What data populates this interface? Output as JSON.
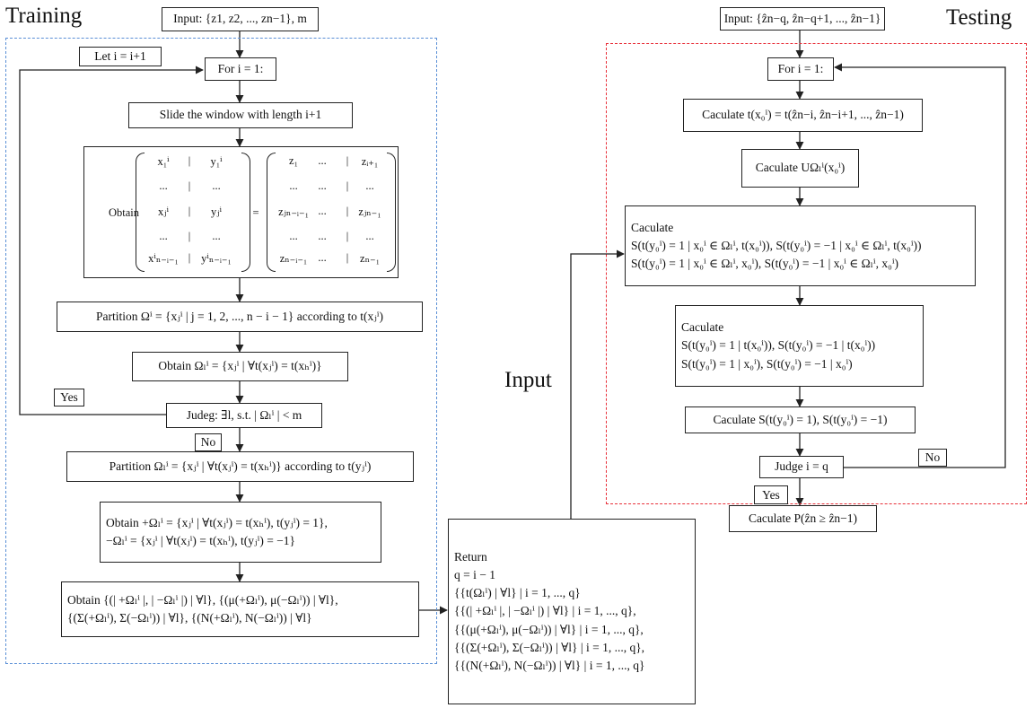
{
  "titles": {
    "training": "Training",
    "testing": "Testing",
    "input": "Input"
  },
  "training": {
    "input": "Input: {z1, z2, ..., zn−1}, m",
    "let_i": "Let i = i+1",
    "for_i": "For i = 1:",
    "slide": "Slide the window with length i+1",
    "obtain_label": "Obtain",
    "matrix_left": [
      [
        "x₁ⁱ",
        "|",
        "y₁ⁱ"
      ],
      [
        "...",
        "|",
        "..."
      ],
      [
        "xⱼⁱ",
        "|",
        "yⱼⁱ"
      ],
      [
        "...",
        "|",
        "..."
      ],
      [
        "xⁱₙ₋ᵢ₋₁",
        "|",
        "yⁱₙ₋ᵢ₋₁"
      ]
    ],
    "matrix_eq": "=",
    "matrix_right": [
      [
        "z₁",
        "...",
        "|",
        "zᵢ₊₁"
      ],
      [
        "...",
        "...",
        "|",
        "..."
      ],
      [
        "zⱼₙ₋ᵢ₋₁",
        "...",
        "|",
        "zⱼₙ₋₁"
      ],
      [
        "...",
        "...",
        "|",
        "..."
      ],
      [
        "zₙ₋ᵢ₋₁",
        "...",
        "|",
        "zₙ₋₁"
      ]
    ],
    "partition1": "Partition Ωⁱ = {xⱼⁱ | j = 1, 2, ..., n − i − 1} according to t(xⱼⁱ)",
    "obtain_omega": "Obtain Ωₗⁱ = {xⱼⁱ | ∀t(xⱼⁱ) = t(xₕⁱ)}",
    "yes": "Yes",
    "judge": "Judeg: ∃l, s.t. | Ωₗⁱ | < m",
    "no": "No",
    "partition2": "Partition Ωₗⁱ = {xⱼⁱ | ∀t(xⱼⁱ) = t(xₕⁱ)} according to t(yⱼⁱ)",
    "obtain_pm": [
      "Obtain +Ωₗⁱ = {xⱼⁱ | ∀t(xⱼⁱ) = t(xₕⁱ), t(yⱼⁱ) = 1},",
      "−Ωₗⁱ = {xⱼⁱ | ∀t(xⱼⁱ) = t(xₕⁱ), t(yⱼⁱ) = −1}"
    ],
    "obtain_stats": [
      "Obtain {(| +Ωₗⁱ |, | −Ωₗⁱ |) | ∀l}, {(μ(+Ωₗⁱ), μ(−Ωₗⁱ)) | ∀l},",
      "{(Σ(+Ωₗⁱ), Σ(−Ωₗⁱ)) | ∀l}, {(N(+Ωₗⁱ), N(−Ωₗⁱ)) | ∀l}"
    ]
  },
  "return_box": [
    "Return",
    "q = i − 1",
    "{{t(Ωₗⁱ) | ∀l} | i = 1, ..., q}",
    "{{(| +Ωₗⁱ |, | −Ωₗⁱ |) | ∀l} | i = 1, ..., q},",
    "{{(μ(+Ωₗⁱ), μ(−Ωₗⁱ)) | ∀l} | i = 1, ..., q},",
    "{{(Σ(+Ωₗⁱ), Σ(−Ωₗⁱ)) | ∀l} | i = 1, ..., q},",
    "{{(N(+Ωₗⁱ), N(−Ωₗⁱ)) | ∀l} | i = 1, ..., q}"
  ],
  "testing": {
    "input": "Input: {ẑn−q, ẑn−q+1, ..., ẑn−1}",
    "for_i": "For i = 1:",
    "calc_t": "Caculate t(x₀ⁱ) = t(ẑn−i, ẑn−i+1, ..., ẑn−1)",
    "calc_u": "Caculate UΩₗⁱ(x₀ⁱ)",
    "calc_s1": [
      "Caculate",
      "S(t(y₀ⁱ) = 1 | x₀ⁱ ∈ Ωₗⁱ, t(x₀ⁱ)), S(t(y₀ⁱ) = −1 | x₀ⁱ ∈ Ωₗⁱ, t(x₀ⁱ))",
      "S(t(y₀ⁱ) = 1 | x₀ⁱ ∈ Ωₗⁱ, x₀ⁱ), S(t(y₀ⁱ) = −1 | x₀ⁱ ∈ Ωₗⁱ, x₀ⁱ)"
    ],
    "calc_s2": [
      "Caculate",
      "S(t(y₀ⁱ) = 1 | t(x₀ⁱ)), S(t(y₀ⁱ) = −1 | t(x₀ⁱ))",
      "S(t(y₀ⁱ) = 1 | x₀ⁱ), S(t(y₀ⁱ) = −1 | x₀ⁱ)"
    ],
    "calc_s3": "Caculate S(t(y₀ⁱ) = 1), S(t(y₀ⁱ) = −1)",
    "judge": "Judge i = q",
    "no": "No",
    "yes": "Yes",
    "calc_p": "Caculate P(ẑn ≥ ẑn−1)"
  },
  "colors": {
    "training_border": "#5a8fd6",
    "testing_border": "#e8303a",
    "line": "#222222"
  }
}
